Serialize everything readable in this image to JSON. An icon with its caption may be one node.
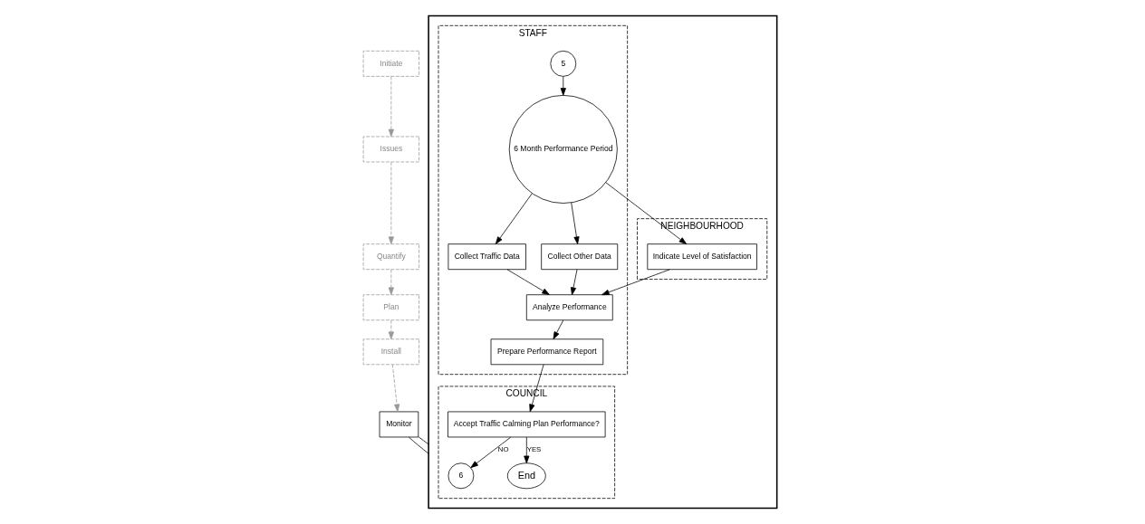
{
  "diagram": {
    "nodes": [
      {
        "text": [
          "Initiate"
        ]
      },
      {
        "text": [
          "Issues"
        ]
      },
      {
        "text": [
          "Quantify"
        ]
      },
      {
        "text": [
          "Plan"
        ]
      },
      {
        "text": [
          "Install"
        ]
      },
      {
        "text": [
          "Monitor"
        ]
      },
      {
        "text": [],
        "shape": "box"
      },
      {
        "text": [
          "COUNCIL"
        ],
        "in": 6
      },
      {
        "text": [
          "STAFF"
        ],
        "in": 6
      },
      {
        "text": [
          "NEIGHBOURHOOD"
        ],
        "in": 6
      },
      {
        "text": [
          "6"
        ],
        "in": 7
      },
      {
        "text": [
          "Accept Traffic Calming Plan Performance?"
        ],
        "in": 7
      },
      {
        "text": [
          "End"
        ],
        "in": 7
      },
      {
        "text": [
          "5"
        ],
        "in": 8
      },
      {
        "text": [
          "6 Month Performance Period"
        ],
        "in": 8
      },
      {
        "text": [
          "Collect Traffic Data"
        ],
        "in": 8
      },
      {
        "text": [
          "Collect Other Data"
        ],
        "in": 8
      },
      {
        "text": [
          "Analyze Performance"
        ],
        "in": 8
      },
      {
        "text": [
          "Prepare Performance Report"
        ],
        "in": 8
      },
      {
        "text": [
          "Indicate Level of Satisfaction"
        ],
        "in": 9
      }
    ],
    "edges": [
      {
        "from": 0,
        "to": 1,
        "arrow": "to",
        "style": "dashed",
        "color": "#999999"
      },
      {
        "from": 1,
        "to": 2,
        "arrow": "to",
        "style": "dashed",
        "color": "#999999"
      },
      {
        "from": 2,
        "to": 3,
        "arrow": "to",
        "style": "dashed",
        "color": "#999999"
      },
      {
        "from": 3,
        "to": 4,
        "arrow": "to",
        "style": "dashed",
        "color": "#999999"
      },
      {
        "from": 4,
        "to": 5,
        "arrow": "to",
        "style": "dashed",
        "color": "#999999"
      },
      {
        "from": 5,
        "to": 6,
        "arrow": "none"
      },
      {
        "from": 5,
        "to": 6,
        "arrow": "none"
      },
      {
        "from": 13,
        "to": 14,
        "arrow": "to"
      },
      {
        "from": 14,
        "to": 15,
        "arrow": "to"
      },
      {
        "from": 14,
        "to": 16,
        "arrow": "to"
      },
      {
        "from": 14,
        "to": 19,
        "arrow": "to"
      },
      {
        "from": 15,
        "to": 17,
        "arrow": "to"
      },
      {
        "from": 16,
        "to": 17,
        "arrow": "to"
      },
      {
        "from": 19,
        "to": 17,
        "arrow": "to"
      },
      {
        "from": 17,
        "to": 18,
        "arrow": "to"
      },
      {
        "from": 18,
        "to": 11,
        "arrow": "to"
      },
      {
        "from": 11,
        "to": 10,
        "label": "NO",
        "arrow": "to"
      },
      {
        "from": 11,
        "to": 12,
        "label": "YES",
        "arrow": "to"
      }
    ]
  }
}
